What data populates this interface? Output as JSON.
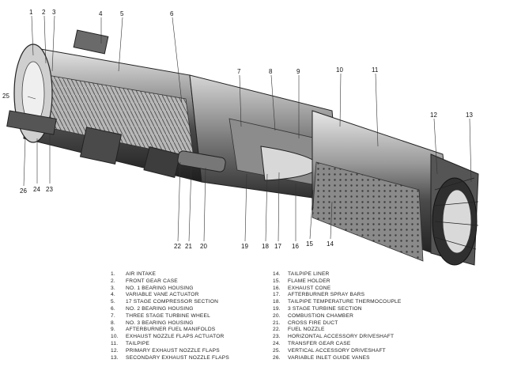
{
  "callouts": [
    "1",
    "2",
    "3",
    "4",
    "5",
    "6",
    "7",
    "8",
    "9",
    "10",
    "11",
    "12",
    "13",
    "14",
    "15",
    "16",
    "17",
    "18",
    "19",
    "20",
    "21",
    "22",
    "23",
    "24",
    "25",
    "26"
  ],
  "legend": [
    {
      "num": "1.",
      "label": "AIR INTAKE"
    },
    {
      "num": "2.",
      "label": "FRONT GEAR CASE"
    },
    {
      "num": "3.",
      "label": "NO. 1 BEARING HOUSING"
    },
    {
      "num": "4.",
      "label": "VARIABLE VANE ACTUATOR"
    },
    {
      "num": "5.",
      "label": "17 STAGE COMPRESSOR SECTION"
    },
    {
      "num": "6.",
      "label": "NO. 2 BEARING HOUSING"
    },
    {
      "num": "7.",
      "label": "THREE STAGE TURBINE WHEEL"
    },
    {
      "num": "8.",
      "label": "NO. 3 BEARING HOUSING"
    },
    {
      "num": "9.",
      "label": "AFTERBURNER FUEL MANIFOLDS"
    },
    {
      "num": "10.",
      "label": "EXHAUST NOZZLE FLAPS ACTUATOR"
    },
    {
      "num": "11.",
      "label": "TAILPIPE"
    },
    {
      "num": "12.",
      "label": "PRIMARY EXHAUST NOZZLE FLAPS"
    },
    {
      "num": "13.",
      "label": "SECONDARY EXHAUST NOZZLE FLAPS"
    },
    {
      "num": "14.",
      "label": "TAILPIPE LINER"
    },
    {
      "num": "15.",
      "label": "FLAME HOLDER"
    },
    {
      "num": "16.",
      "label": "EXHAUST CONE"
    },
    {
      "num": "17.",
      "label": "AFTERBURNER SPRAY BARS"
    },
    {
      "num": "18.",
      "label": "TAILPIPE TEMPERATURE THERMOCOUPLE"
    },
    {
      "num": "19.",
      "label": "3 STAGE TURBINE SECTION"
    },
    {
      "num": "20.",
      "label": "COMBUSTION CHAMBER"
    },
    {
      "num": "21.",
      "label": "CROSS FIRE DUCT"
    },
    {
      "num": "22.",
      "label": "FUEL NOZZLE"
    },
    {
      "num": "23.",
      "label": "HORIZONTAL ACCESSORY DRIVESHAFT"
    },
    {
      "num": "24.",
      "label": "TRANSFER GEAR CASE"
    },
    {
      "num": "25.",
      "label": "VERTICAL ACCESSORY DRIVESHAFT"
    },
    {
      "num": "26.",
      "label": "VARIABLE INLET GUIDE VANES"
    }
  ]
}
